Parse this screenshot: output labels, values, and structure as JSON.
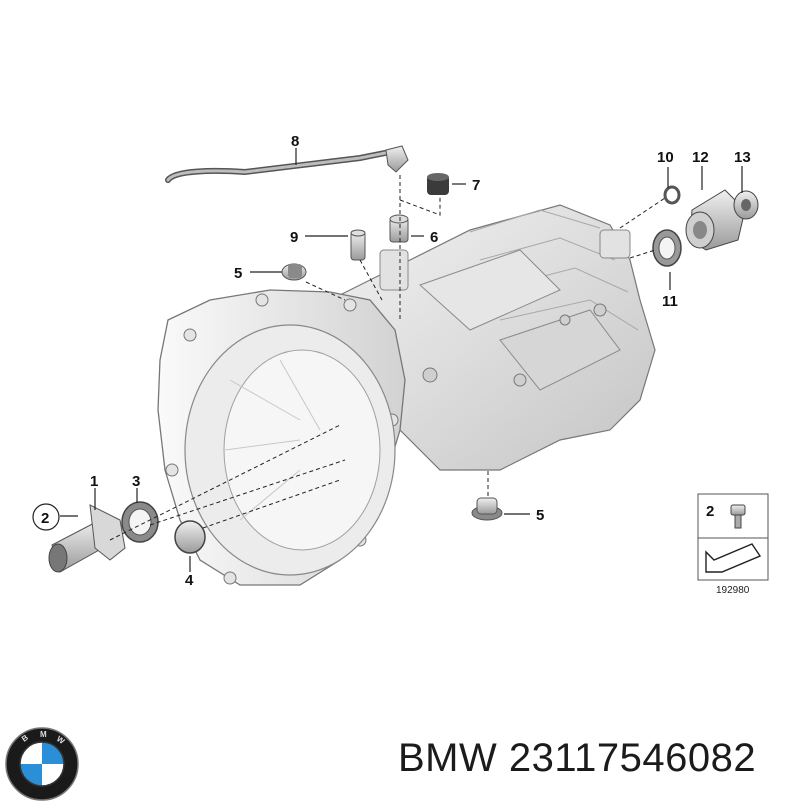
{
  "diagram": {
    "callouts": [
      "1",
      "2",
      "3",
      "4",
      "5",
      "5",
      "6",
      "7",
      "8",
      "9",
      "10",
      "11",
      "12",
      "13"
    ],
    "inset": {
      "callout": "2",
      "reference_number": "192980"
    }
  },
  "caption": {
    "brand": "BMW",
    "part_number": "23117546082"
  },
  "logo": {
    "text": "BMW",
    "colors": {
      "ring": "#111111",
      "blue": "#2a8fd6",
      "white": "#ffffff"
    }
  }
}
